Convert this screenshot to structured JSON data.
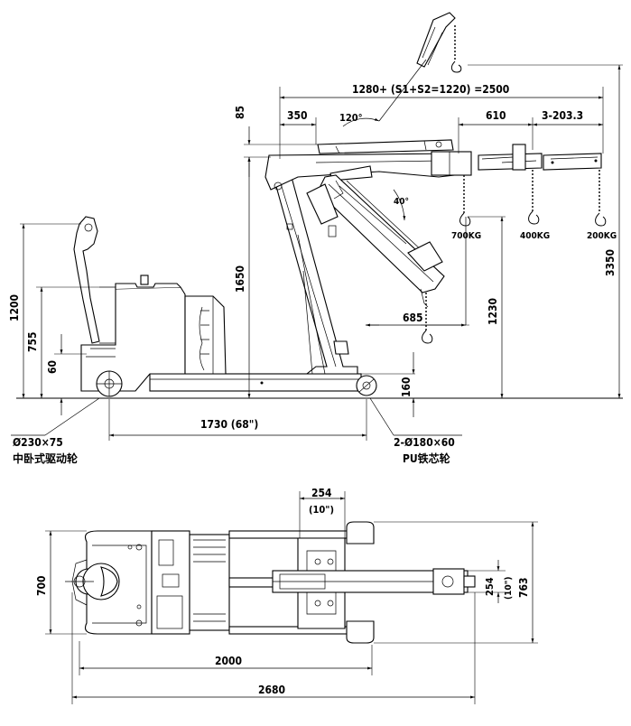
{
  "side_view": {
    "boom_reach_label": "1280+ (S1+S2=1220) =2500",
    "offset_350": "350",
    "angle_120": "120°",
    "offset_610": "610",
    "offset_3_203": "3-203.3",
    "height_85": "85",
    "height_1650": "1650",
    "height_1200": "1200",
    "height_755": "755",
    "height_60": "60",
    "height_160": "160",
    "height_1230": "1230",
    "height_3350": "3350",
    "offset_685": "685",
    "angle_40": "40°",
    "load_700": "700KG",
    "load_400": "400KG",
    "load_200": "200KG",
    "wheelbase_label": "1730 (68\")",
    "drive_wheel_size": "Ø230×75",
    "drive_wheel_name": "中卧式驱动轮",
    "front_wheel_size": "2-Ø180×60",
    "front_wheel_name": "PU铁芯轮"
  },
  "top_view": {
    "width_254_top": "254",
    "width_10_top": "(10\")",
    "width_700": "700",
    "width_763": "763",
    "width_254_side": "254",
    "width_10_side": "(10\")",
    "length_2000": "2000",
    "length_2680": "2680"
  }
}
